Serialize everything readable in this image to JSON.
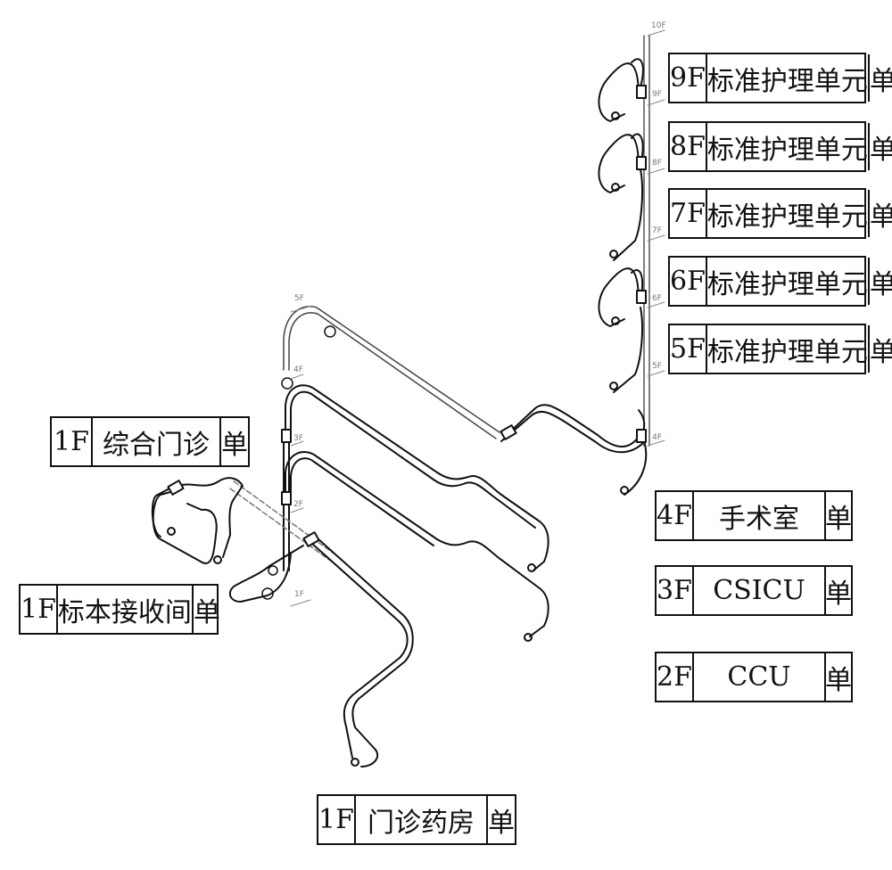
{
  "labels": [
    {
      "id": "9f",
      "floor": "9F",
      "name": "标准护理单元",
      "tag": "单"
    },
    {
      "id": "8f",
      "floor": "8F",
      "name": "标准护理单元",
      "tag": "单"
    },
    {
      "id": "7f",
      "floor": "7F",
      "name": "标准护理单元",
      "tag": "单"
    },
    {
      "id": "6f",
      "floor": "6F",
      "name": "标准护理单元",
      "tag": "单"
    },
    {
      "id": "5f",
      "floor": "5F",
      "name": "标准护理单元",
      "tag": "单"
    },
    {
      "id": "4f",
      "floor": "4F",
      "name": "手术室",
      "tag": "单"
    },
    {
      "id": "3f",
      "floor": "3F",
      "name": "CSICU",
      "tag": "单"
    },
    {
      "id": "2f",
      "floor": "2F",
      "name": "CCU",
      "tag": "单"
    },
    {
      "id": "1f-clinic",
      "floor": "1F",
      "name": "综合门诊",
      "tag": "单"
    },
    {
      "id": "1f-specimen",
      "floor": "1F",
      "name": "标本接收间",
      "tag": "单"
    },
    {
      "id": "1f-pharmacy",
      "floor": "1F",
      "name": "门诊药房",
      "tag": "单"
    }
  ],
  "floor_marks": [
    "10F",
    "9F",
    "8F",
    "7F",
    "6F",
    "5F",
    "4F",
    "5F",
    "4F",
    "3F",
    "2F",
    "1F"
  ]
}
